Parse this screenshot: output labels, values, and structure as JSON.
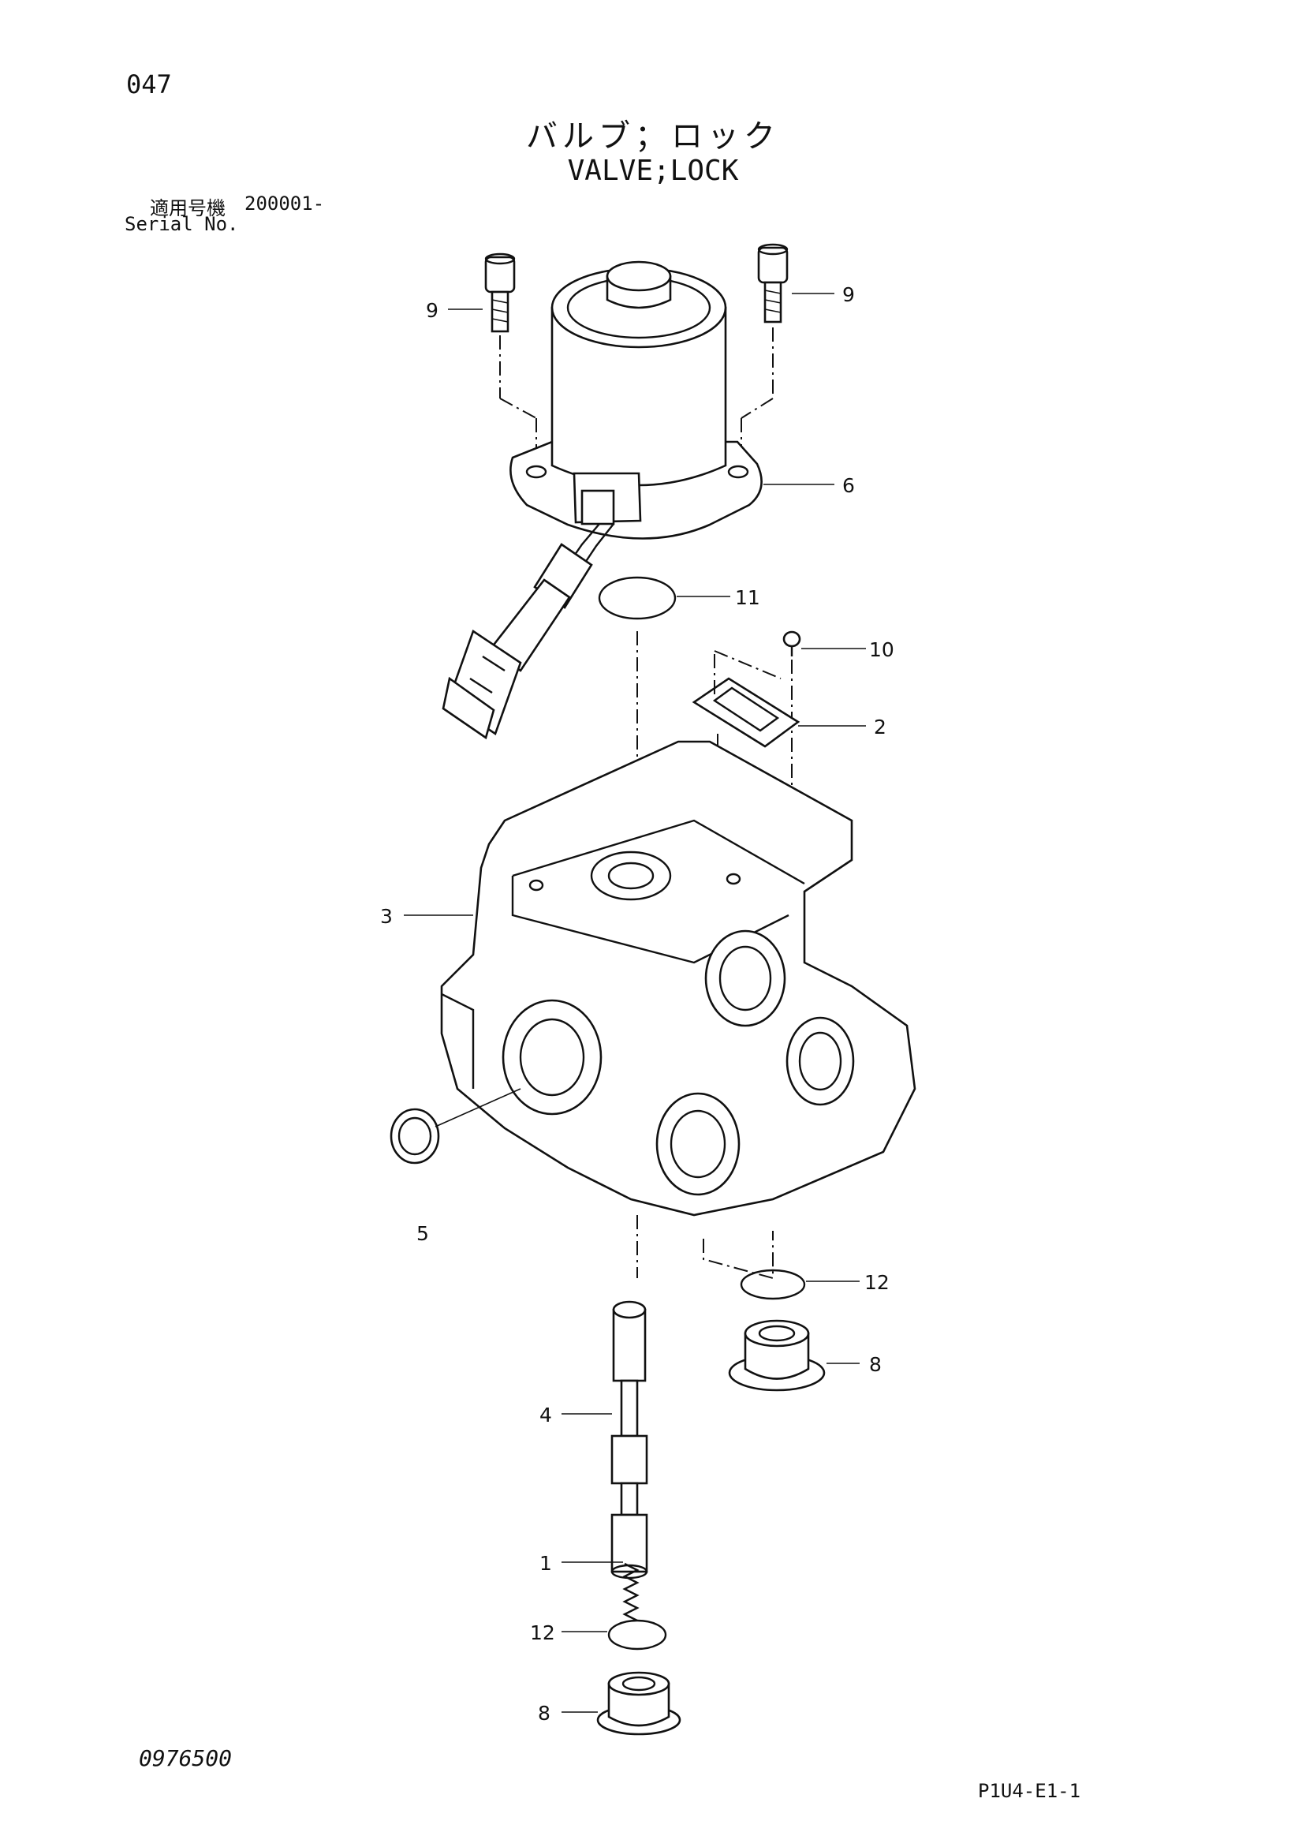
{
  "header": {
    "page_number": "047",
    "title_ja": "バルブ；ロック",
    "title_en": "VALVE;LOCK",
    "serial_label_ja": "適用号機",
    "serial_value": "200001-",
    "serial_label_en": "Serial No."
  },
  "footer": {
    "doc_code": "0976500",
    "page_code": "P1U4-E1-1"
  },
  "callouts": {
    "c9_left": "9",
    "c9_right": "9",
    "c6": "6",
    "c11": "11",
    "c10": "10",
    "c2": "2",
    "c3": "3",
    "c5": "5",
    "c12_right": "12",
    "c8_right": "8",
    "c4": "4",
    "c1": "1",
    "c12_bottom": "12",
    "c8_bottom": "8"
  }
}
